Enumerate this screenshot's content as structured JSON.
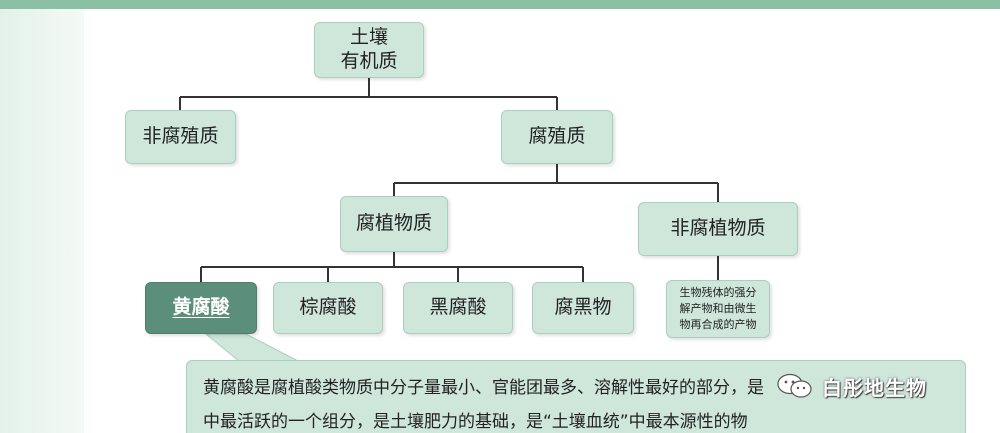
{
  "root": {
    "label": "土壤\n有机质"
  },
  "level1": {
    "non_humus": "非腐殖质",
    "humus": "腐殖质"
  },
  "level2": {
    "humic_substance": "腐植物质",
    "non_humic_substance": "非腐植物质"
  },
  "level3": {
    "fulvic_acid": "黄腐酸",
    "brown_humic_acid": "棕腐酸",
    "black_humic_acid": "黑腐酸",
    "humin": "腐黑物",
    "non_humic_note": "生物残体的强分\n解产物和由微生\n物再合成的产物"
  },
  "callout": {
    "line1": "黄腐酸是腐植酸类物质中分子量最小、官能团最多、溶解性最好的部分，是",
    "line2": "中最活跃的一个组分，是土壤肥力的基础，是“土壤血统”中最本源性的物"
  },
  "watermark": {
    "text": "白彤地生物",
    "icon": "wechat-icon"
  },
  "colors": {
    "node_fill": "#cfe6db",
    "highlight_fill": "#5b8f7c",
    "top_bar": "#8cc0a4",
    "connector": "#333333"
  }
}
